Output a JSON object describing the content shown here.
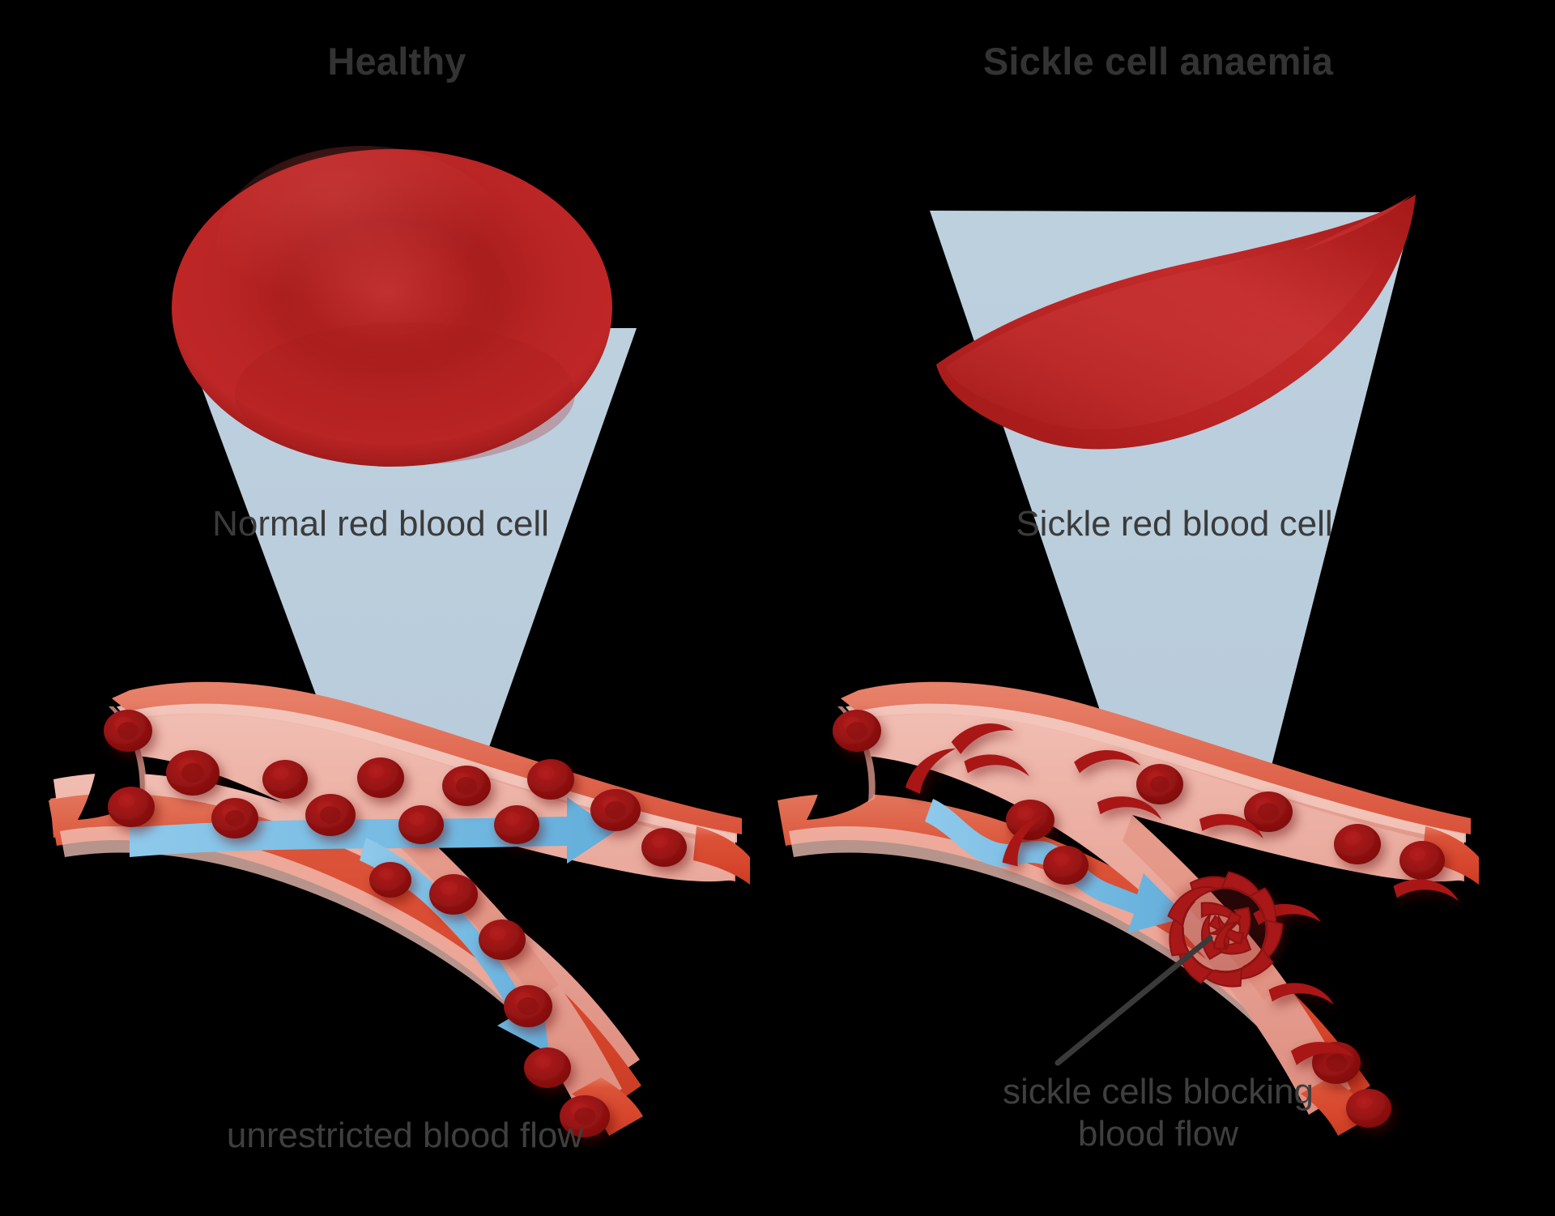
{
  "background_color": "#000000",
  "panels": {
    "left": {
      "title": "Healthy",
      "cell_label": "Normal red blood cell",
      "flow_caption": "unrestricted blood flow",
      "cell_shape": "biconcave-disc",
      "flow_state": "unrestricted"
    },
    "right": {
      "title": "Sickle cell anaemia",
      "cell_label": "Sickle red blood cell",
      "flow_caption_line1": "sickle cells blocking",
      "flow_caption_line2": "blood flow",
      "cell_shape": "crescent-sickle",
      "flow_state": "blocked"
    }
  },
  "colors": {
    "title_text": "#333333",
    "label_text": "#3b3b3b",
    "caption_text": "#3f3f3f",
    "cell_red_dark": "#8e1616",
    "cell_red_mid": "#b41f1f",
    "cell_red_light": "#c53030",
    "magnifier_cone": "#c5d9e8",
    "vessel_wall_outer": "#d94f36",
    "vessel_wall_mid": "#e0664a",
    "vessel_lumen_light": "#eeb2a6",
    "vessel_lumen_mid": "#e49b8e",
    "vessel_rim_highlight": "#f6cdc4",
    "blood_cell_red": "#a81414",
    "blood_cell_red_core": "#7e0f0f",
    "flow_arrow_blue": "#7cc0e6",
    "flow_arrow_blue_dark": "#5aa8d6",
    "leader_line": "#3a3a3a"
  },
  "icons": {
    "magnifier_cone": "magnifier-cone-icon",
    "flow_arrow_left": "straight-flow-arrow-icon",
    "flow_arrow_right": "wavy-blocked-flow-arrow-icon",
    "leader_line": "leader-line-icon",
    "blockage": "sickle-cell-clot-icon"
  }
}
